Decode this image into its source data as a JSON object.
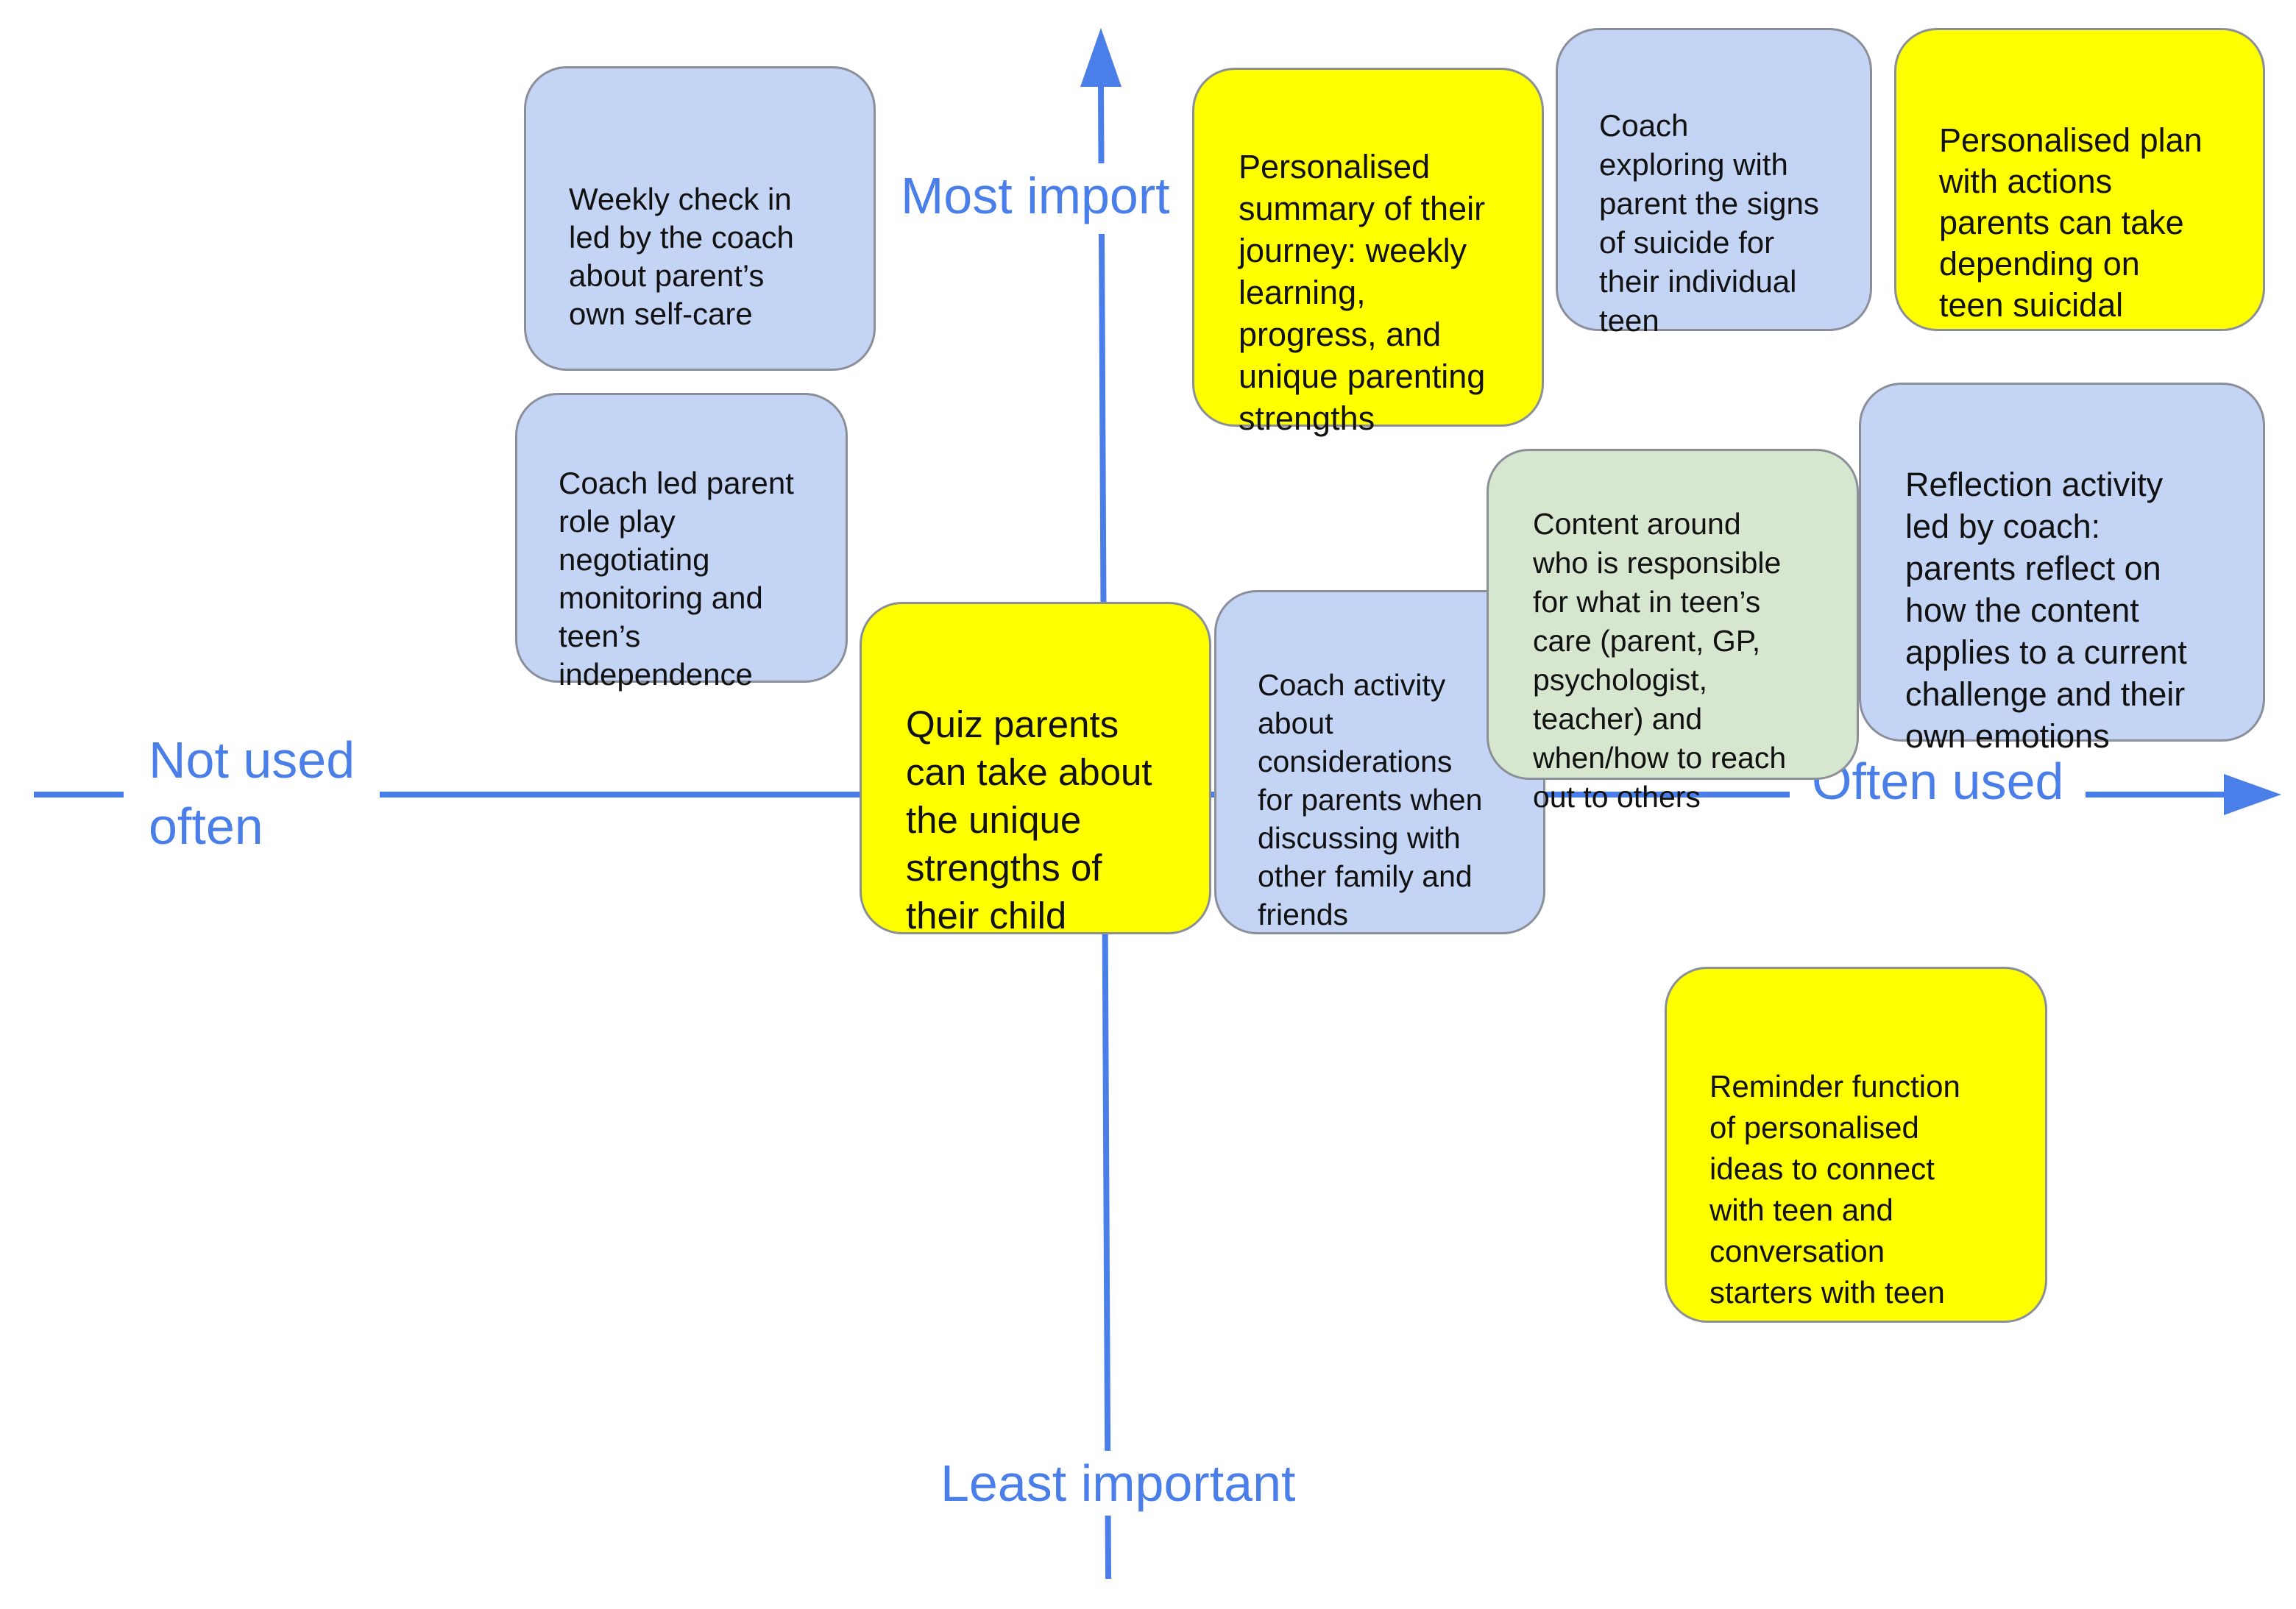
{
  "axes": {
    "top": "Most import",
    "bottom": "Least important",
    "left": "Not used\noften",
    "right": "Often used"
  },
  "colors": {
    "axis": "#4a7ee8",
    "blue_note": "#c4d4f5",
    "yellow_note": "#ffff00",
    "green_note": "#d6e6cf",
    "border": "#8a8f99"
  },
  "notes": [
    {
      "id": "weekly-check-in",
      "color": "blue",
      "text": "Weekly check in\nled by the coach\nabout parent’s\nown self-care"
    },
    {
      "id": "coach-role-play",
      "color": "blue",
      "text": "Coach led parent\nrole play\nnegotiating\nmonitoring and\nteen’s\nindependence"
    },
    {
      "id": "quiz-strengths",
      "color": "yellow",
      "text": "Quiz parents\ncan take about\nthe unique\nstrengths of\ntheir child"
    },
    {
      "id": "personalised-summary",
      "color": "yellow",
      "text": "Personalised\nsummary of their\njourney: weekly\nlearning,\nprogress, and\nunique parenting\nstrengths"
    },
    {
      "id": "coach-suicide-signs",
      "color": "blue",
      "text": "Coach\nexploring with\nparent the signs\nof suicide for\ntheir individual\nteen"
    },
    {
      "id": "personalised-plan",
      "color": "yellow",
      "text": "Personalised plan\nwith actions\nparents can take\ndepending on\nteen suicidal"
    },
    {
      "id": "coach-activity-family",
      "color": "blue",
      "text": "Coach activity\nabout\nconsiderations\nfor parents when\ndiscussing with\nother family and\nfriends"
    },
    {
      "id": "content-responsibility",
      "color": "green",
      "text": "Content around\nwho is responsible\nfor what in teen’s\ncare (parent, GP,\npsychologist,\nteacher) and\nwhen/how to reach\nout to others"
    },
    {
      "id": "reflection-activity",
      "color": "blue",
      "text": "Reflection activity\nled by coach:\nparents reflect on\nhow the content\napplies to a current\nchallenge and their\nown emotions"
    },
    {
      "id": "reminder-function",
      "color": "yellow",
      "text": "Reminder function\nof personalised\nideas to connect\nwith teen and\nconversation\nstarters with teen"
    }
  ]
}
